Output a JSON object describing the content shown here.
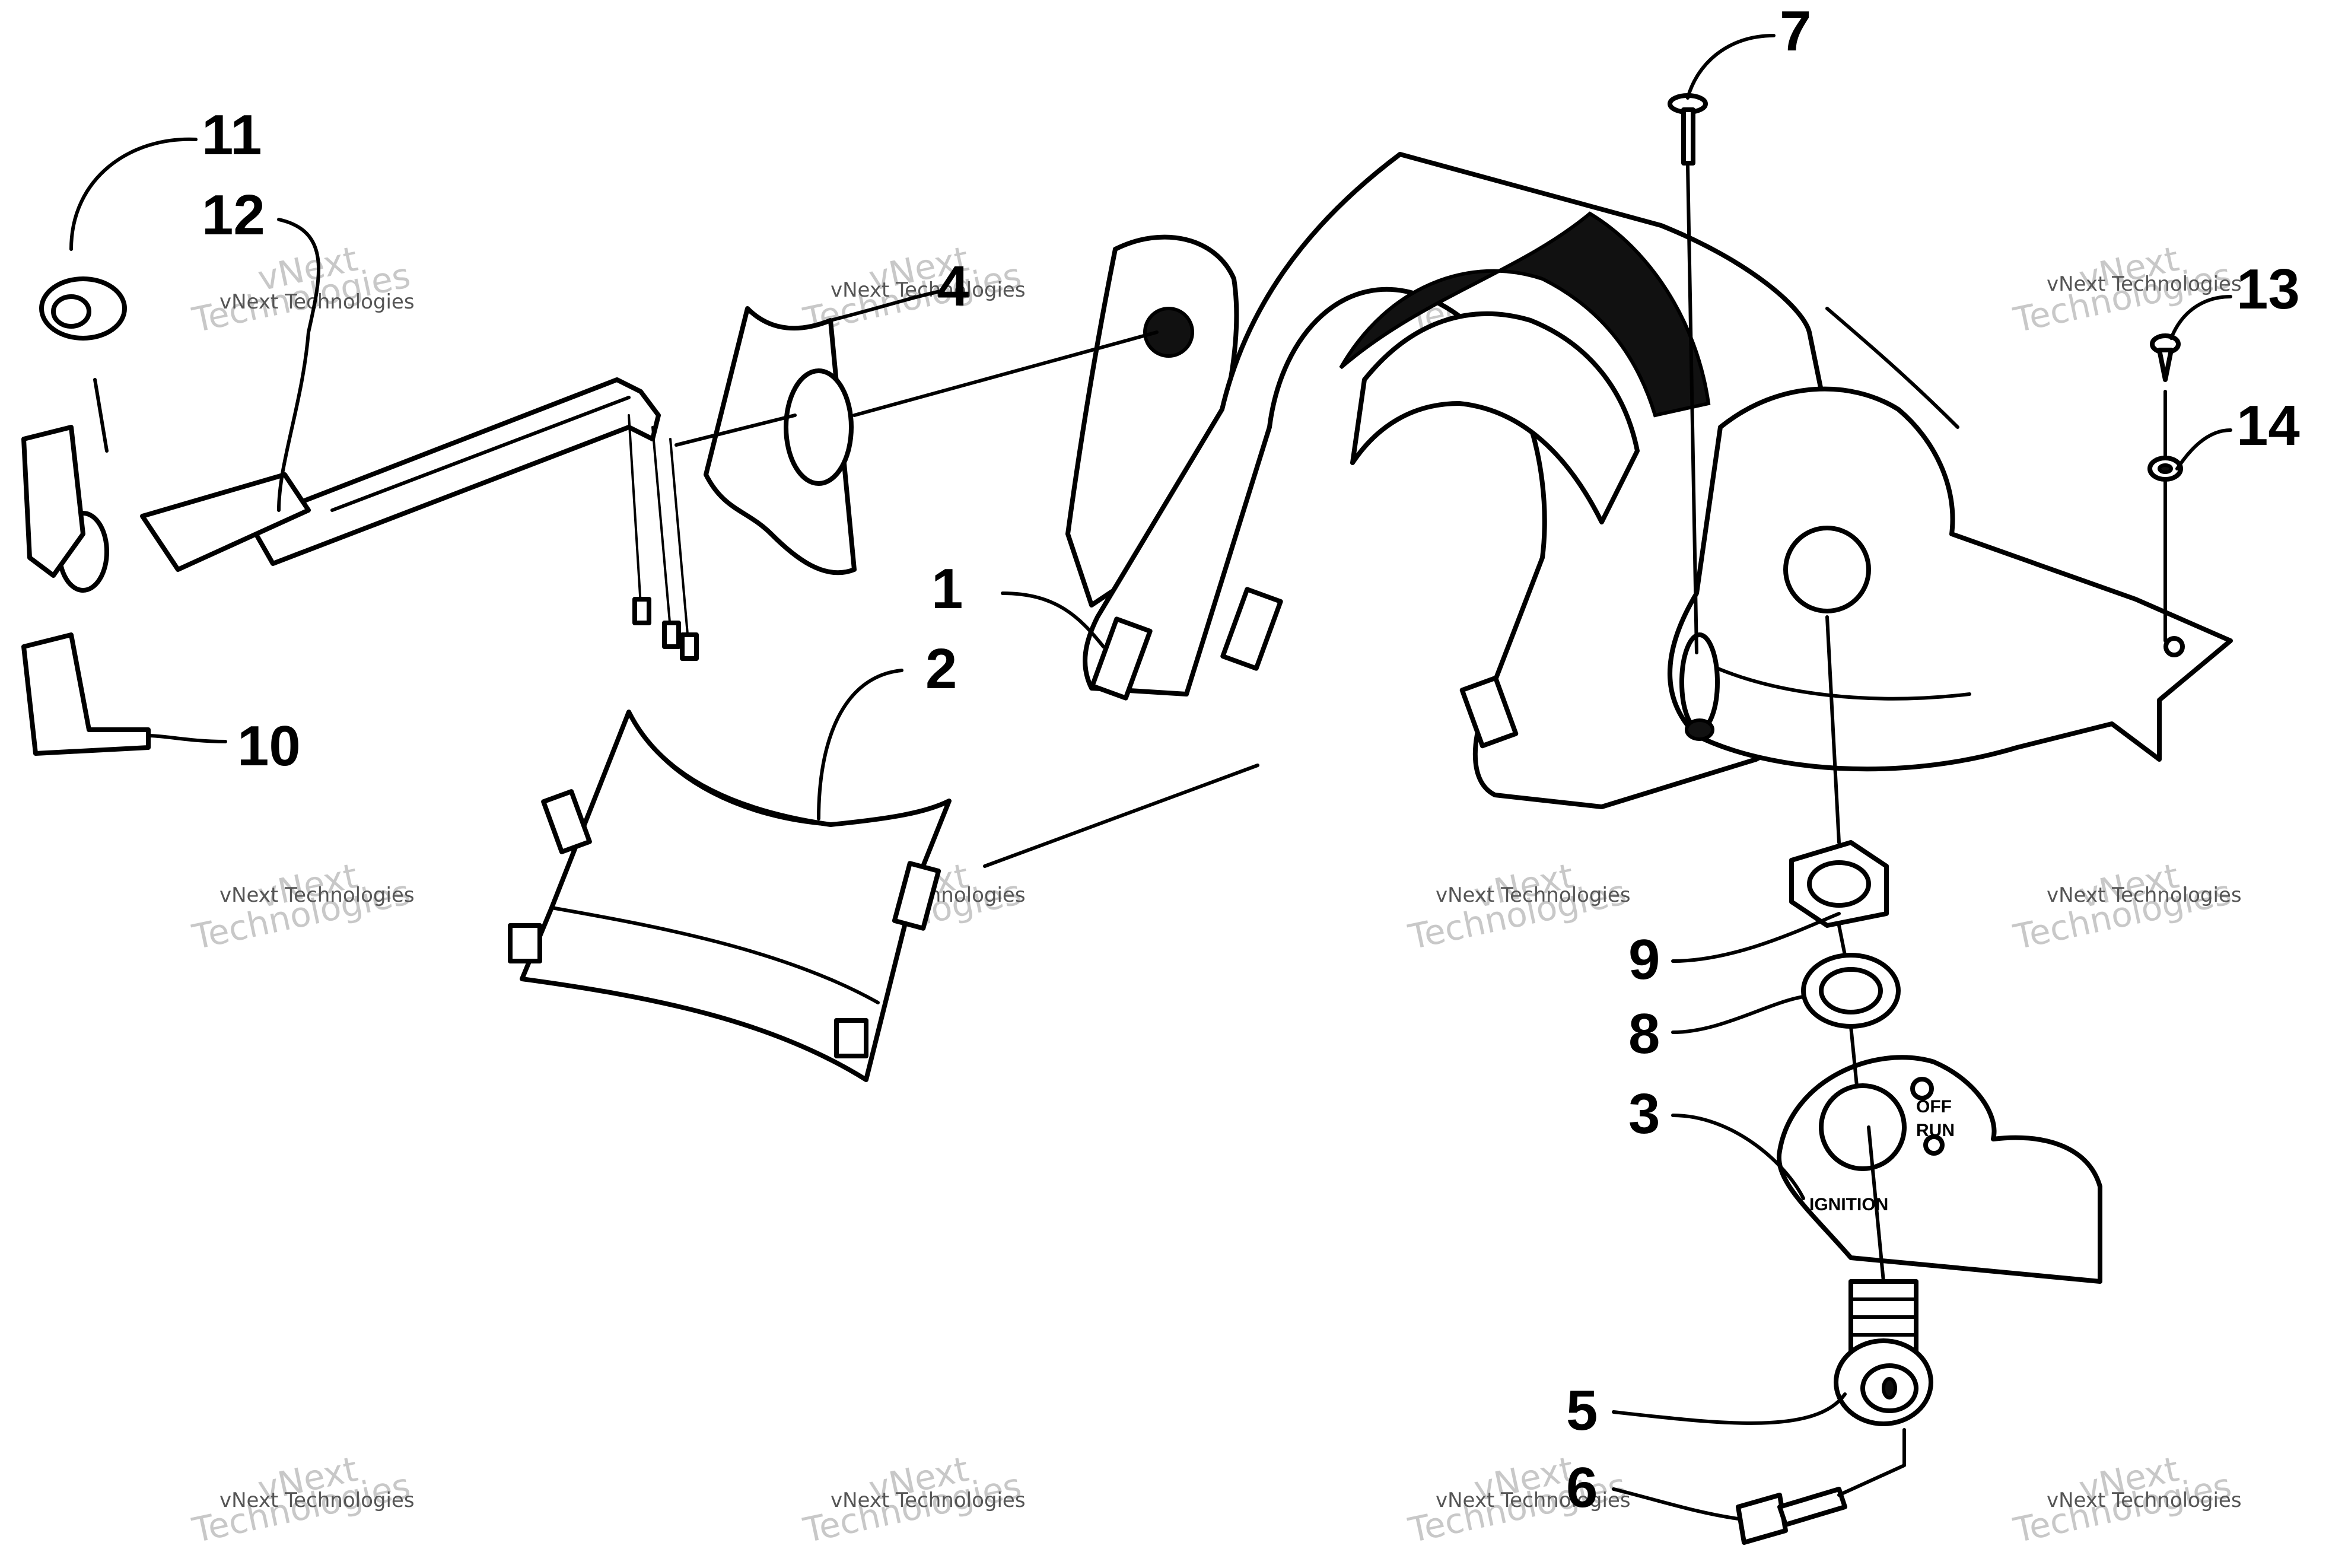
{
  "callouts": [
    {
      "id": "1",
      "label": "1"
    },
    {
      "id": "2",
      "label": "2"
    },
    {
      "id": "3",
      "label": "3"
    },
    {
      "id": "4",
      "label": "4"
    },
    {
      "id": "5",
      "label": "5"
    },
    {
      "id": "6",
      "label": "6"
    },
    {
      "id": "7",
      "label": "7"
    },
    {
      "id": "8",
      "label": "8"
    },
    {
      "id": "9",
      "label": "9"
    },
    {
      "id": "10",
      "label": "10"
    },
    {
      "id": "11",
      "label": "11"
    },
    {
      "id": "12",
      "label": "12"
    },
    {
      "id": "13",
      "label": "13"
    },
    {
      "id": "14",
      "label": "14"
    }
  ],
  "ignition_plate": {
    "off_label": "OFF",
    "run_label": "RUN",
    "ignition_label": "IGNITION"
  },
  "watermark": {
    "line1": "vNext",
    "line2": "Technologies",
    "full": "vNext Technologies"
  }
}
